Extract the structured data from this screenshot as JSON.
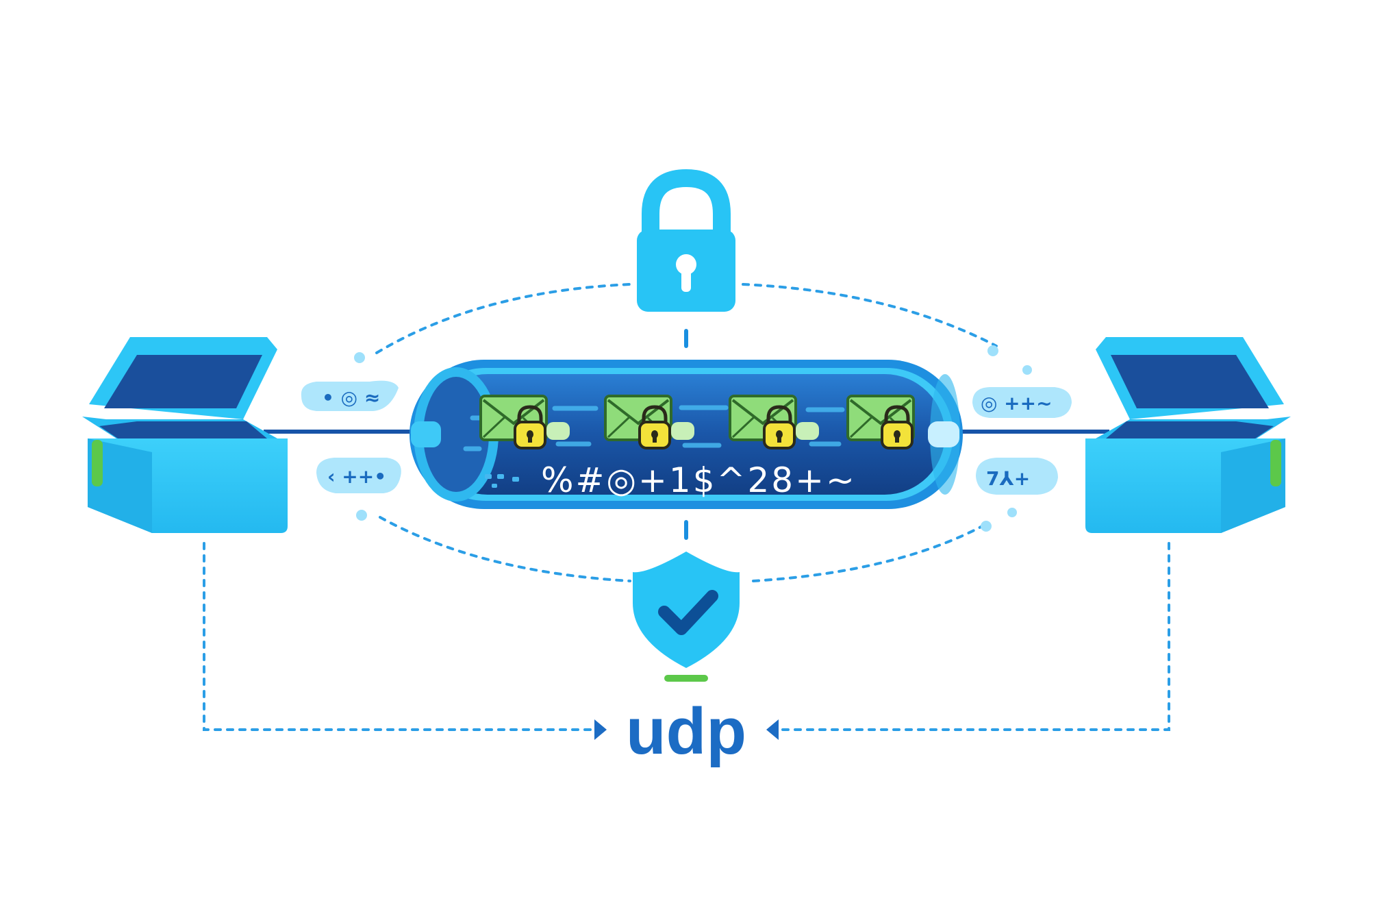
{
  "diagram": {
    "cipher_text": "%#◎+1$^28+~",
    "noise_left_top": "• ◎ ≈",
    "noise_left_bottom": "‹ ++•",
    "noise_right_top": "◎ ++~",
    "noise_right_bottom": "7⅄+",
    "caption": "udp",
    "packet_count": 4,
    "icons": [
      "lock-icon",
      "shield-check-icon",
      "envelope-lock-icon",
      "laptop-icon"
    ],
    "colors": {
      "primary": "#28c4f5",
      "dark": "#0d4f96",
      "tube": "#1a56a8",
      "packet": "#8fdc7a",
      "padlock": "#f3e23a",
      "accent_green": "#5cc84a",
      "dotted": "#2b9ee6"
    }
  }
}
